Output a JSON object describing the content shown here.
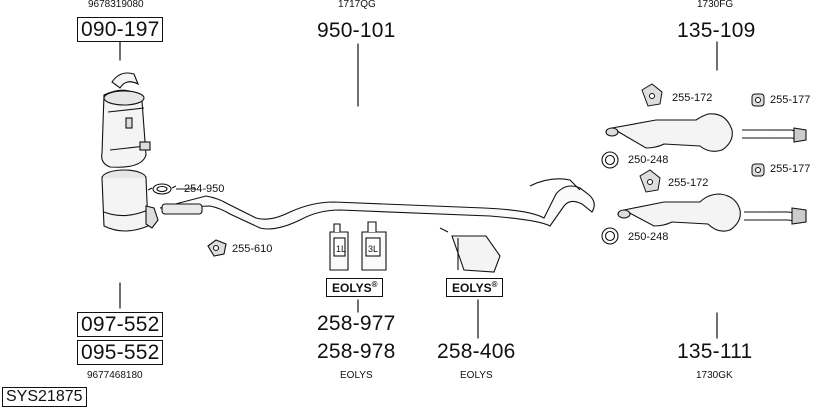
{
  "system_code": "SYS21875",
  "labels": {
    "ref_top_left": "9678319080",
    "part_090_197": "090-197",
    "ref_top_mid": "1717QG",
    "part_950_101": "950-101",
    "ref_top_right": "1730FG",
    "part_135_109": "135-109",
    "part_254_950": "254-950",
    "part_255_610": "255-610",
    "part_255_172_a": "255-172",
    "part_255_177_a": "255-177",
    "part_250_248_a": "250-248",
    "part_255_172_b": "255-172",
    "part_255_177_b": "255-177",
    "part_250_248_b": "250-248",
    "part_097_552": "097-552",
    "part_095_552": "095-552",
    "ref_bottom_left": "9677468180",
    "part_258_977": "258-977",
    "part_258_978": "258-978",
    "eolys_sub_1": "EOLYS",
    "part_258_406": "258-406",
    "eolys_sub_2": "EOLYS",
    "part_135_111": "135-111",
    "ref_bottom_right": "1730GK",
    "eolys_badge_1": "EOLYS",
    "eolys_badge_2": "EOLYS",
    "registered_mark": "®",
    "can_1l": "1L",
    "can_3l": "3L"
  }
}
